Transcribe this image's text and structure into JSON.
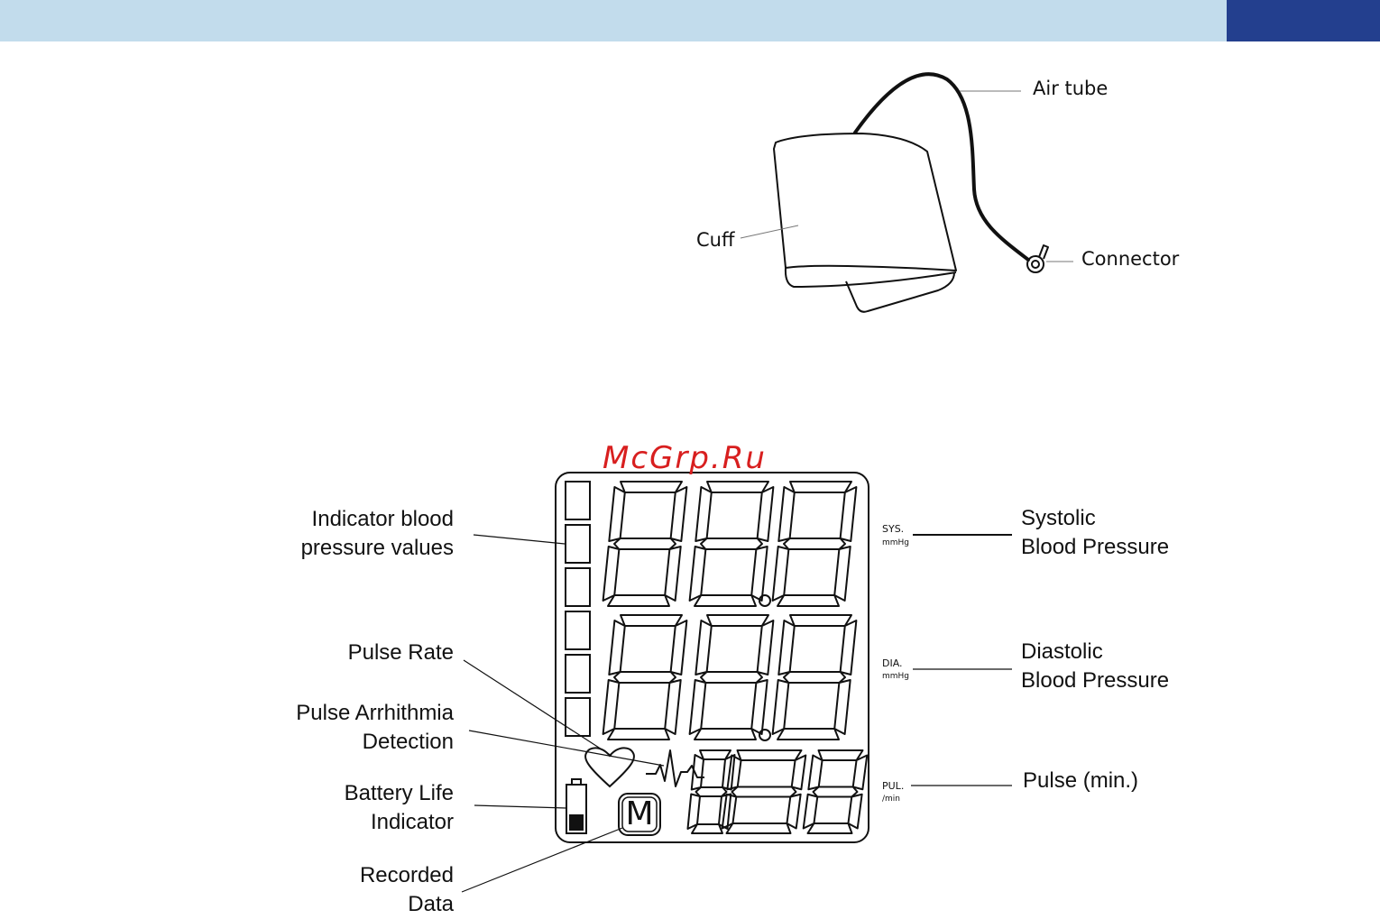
{
  "colors": {
    "top_bar": "#c2dcec",
    "top_bar_accent": "#233f8e",
    "ink": "#111111",
    "watermark": "#d81f1f"
  },
  "cuff_diagram": {
    "air_tube": "Air tube",
    "cuff": "Cuff",
    "connector": "Connector"
  },
  "display_diagram": {
    "watermark": "McGrp.Ru",
    "left_labels": {
      "indicator_line1": "Indicator blood",
      "indicator_line2": "pressure values",
      "pulse_rate": "Pulse Rate",
      "arrhythmia_line1": "Pulse Arrhithmia",
      "arrhythmia_line2": "Detection",
      "battery_line1": "Battery Life",
      "battery_line2": "Indicator",
      "recorded_line1": "Recorded",
      "recorded_line2": "Data"
    },
    "right_labels": {
      "systolic_line1": "Systolic",
      "systolic_line2": "Blood Pressure",
      "diastolic_line1": "Diastolic",
      "diastolic_line2": "Blood Pressure",
      "pulse": "Pulse (min.)"
    },
    "lcd": {
      "sys": "SYS.",
      "sys_unit": "mmHg",
      "dia": "DIA.",
      "dia_unit": "mmHg",
      "pul": "PUL.",
      "pul_unit": "/min",
      "memory": "M"
    }
  }
}
